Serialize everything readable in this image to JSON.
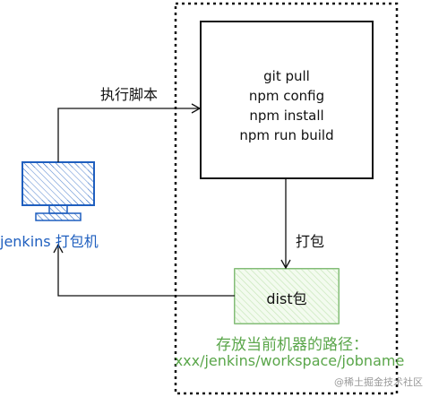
{
  "server_box": {
    "commands": [
      "git pull",
      "npm config",
      "npm install",
      "npm run build"
    ]
  },
  "edges": {
    "run_script": "执行脚本",
    "pack": "打包"
  },
  "jenkins": {
    "label": "jenkins 打包机"
  },
  "dist": {
    "label": "dist包"
  },
  "note": {
    "line1": "存放当前机器的路径：",
    "line2": "xxx/jenkins/workspace/jobname"
  },
  "watermark": {
    "text": "@稀土掘金技术社区"
  },
  "colors": {
    "stroke": "#111111",
    "monitor_blue": "#1f5fbf",
    "green": "#5aa64a",
    "dist_fill": "#d9f0cf"
  }
}
